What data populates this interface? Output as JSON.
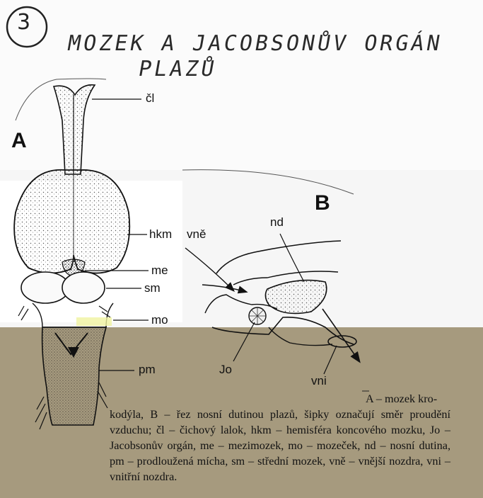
{
  "figure_number": "3",
  "title_line1": "MOZEK A JACOBSONŮV ORGÁN",
  "title_line2": "PLAZŮ",
  "panel_a": "A",
  "panel_b": "B",
  "labels": {
    "cl": "čl",
    "hkm": "hkm",
    "me": "me",
    "sm": "sm",
    "mo": "mo",
    "pm": "pm",
    "vne": "vně",
    "nd": "nd",
    "jo": "Jo",
    "vni": "vni"
  },
  "caption": {
    "first": "A – mozek kro-",
    "rest": "kodýla, B – řez nosní dutinou plazů, šipky označují směr proudění vzduchu; čl – čichový lalok, hkm – hemisféra koncového mozku, Jo – Jacobsonův orgán, me – mezimozek, mo – mozeček, nd – nosní dutina, pm – prodloužená mícha, sm – střední mozek, vně – vnější nozdra, vni – vnitřní nozdra."
  }
}
